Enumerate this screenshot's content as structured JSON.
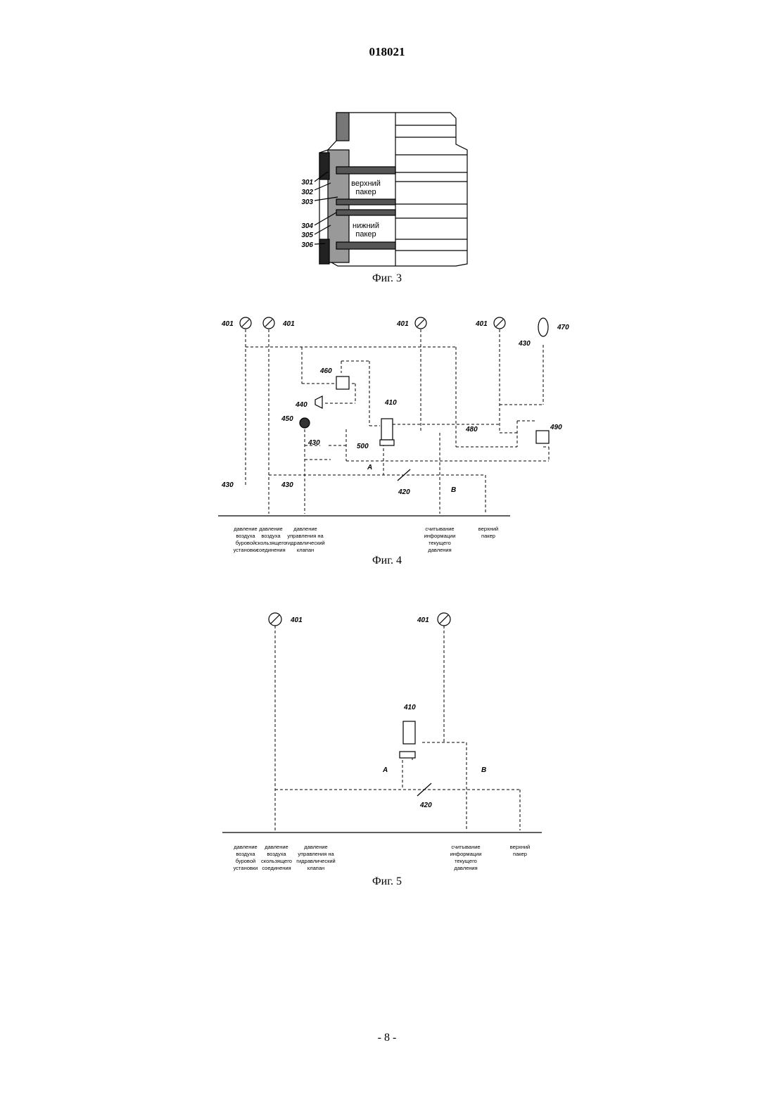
{
  "header": {
    "doc_number": "018021"
  },
  "figure3": {
    "caption": "Фиг. 3",
    "upper_packer": [
      "верхний",
      "пакер"
    ],
    "lower_packer": [
      "нижний",
      "пакер"
    ],
    "refs": [
      "301",
      "302",
      "303",
      "304",
      "305",
      "306"
    ]
  },
  "figure4": {
    "caption": "Фиг. 4",
    "refs": {
      "gauge": "401",
      "valve": "410",
      "throttle": "420",
      "shutoff": "430",
      "muffler": "440",
      "indicator": "450",
      "relief": "460",
      "accumulator": "470",
      "check": "480",
      "switch": "490",
      "block": "500",
      "port_a": "A",
      "port_b": "B"
    },
    "bottom_labels": [
      [
        "давление",
        "воздуха",
        "буровой",
        "установки"
      ],
      [
        "давление",
        "воздуха",
        "скользящего",
        "соединения"
      ],
      [
        "давление",
        "управления на",
        "гидравлический",
        "клапан"
      ],
      [
        "считывание",
        "информации",
        "текущего",
        "давления"
      ],
      [
        "верхний",
        "пакер"
      ]
    ]
  },
  "figure5": {
    "caption": "Фиг. 5",
    "refs": {
      "gauge": "401",
      "valve": "410",
      "throttle": "420",
      "port_a": "A",
      "port_b": "B"
    },
    "bottom_labels": [
      [
        "давление",
        "воздуха",
        "буровой",
        "установки"
      ],
      [
        "давление",
        "воздуха",
        "скользящего",
        "соединения"
      ],
      [
        "давление",
        "управления на",
        "гидравлический",
        "клапан"
      ],
      [
        "считывание",
        "информации",
        "текущего",
        "давления"
      ],
      [
        "верхний",
        "пакер"
      ]
    ]
  },
  "footer": {
    "page_number": "- 8 -"
  }
}
